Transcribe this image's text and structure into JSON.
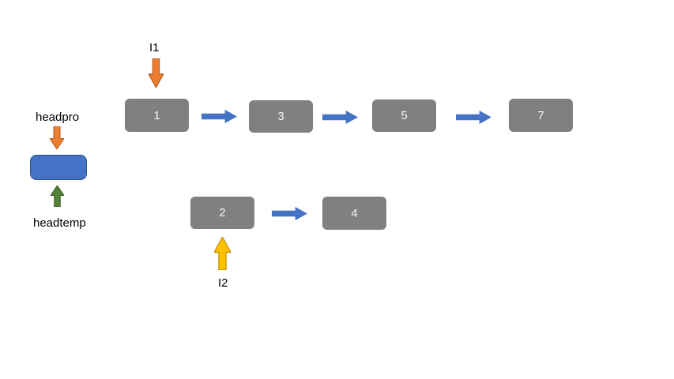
{
  "diagram": {
    "title": "linked-list-diagram",
    "list1": {
      "input_label": "I1",
      "nodes": [
        "1",
        "3",
        "5",
        "7"
      ]
    },
    "list2": {
      "input_label": "I2",
      "nodes": [
        "2",
        "4"
      ]
    },
    "pointers": {
      "headpro_label": "headpro",
      "headtemp_label": "headtemp"
    },
    "colors": {
      "node_fill": "#808080",
      "node_text": "#f5f5f5",
      "arrow_blue": "#4472C4",
      "arrow_orange": "#ED7D31",
      "arrow_orange_border": "#AE5A21",
      "arrow_green": "#538135",
      "arrow_green_border": "#375623",
      "arrow_yellow": "#FFC000",
      "arrow_yellow_border": "#BF9000",
      "head_box_fill": "#4472C4",
      "head_box_border": "#2F528F"
    }
  }
}
